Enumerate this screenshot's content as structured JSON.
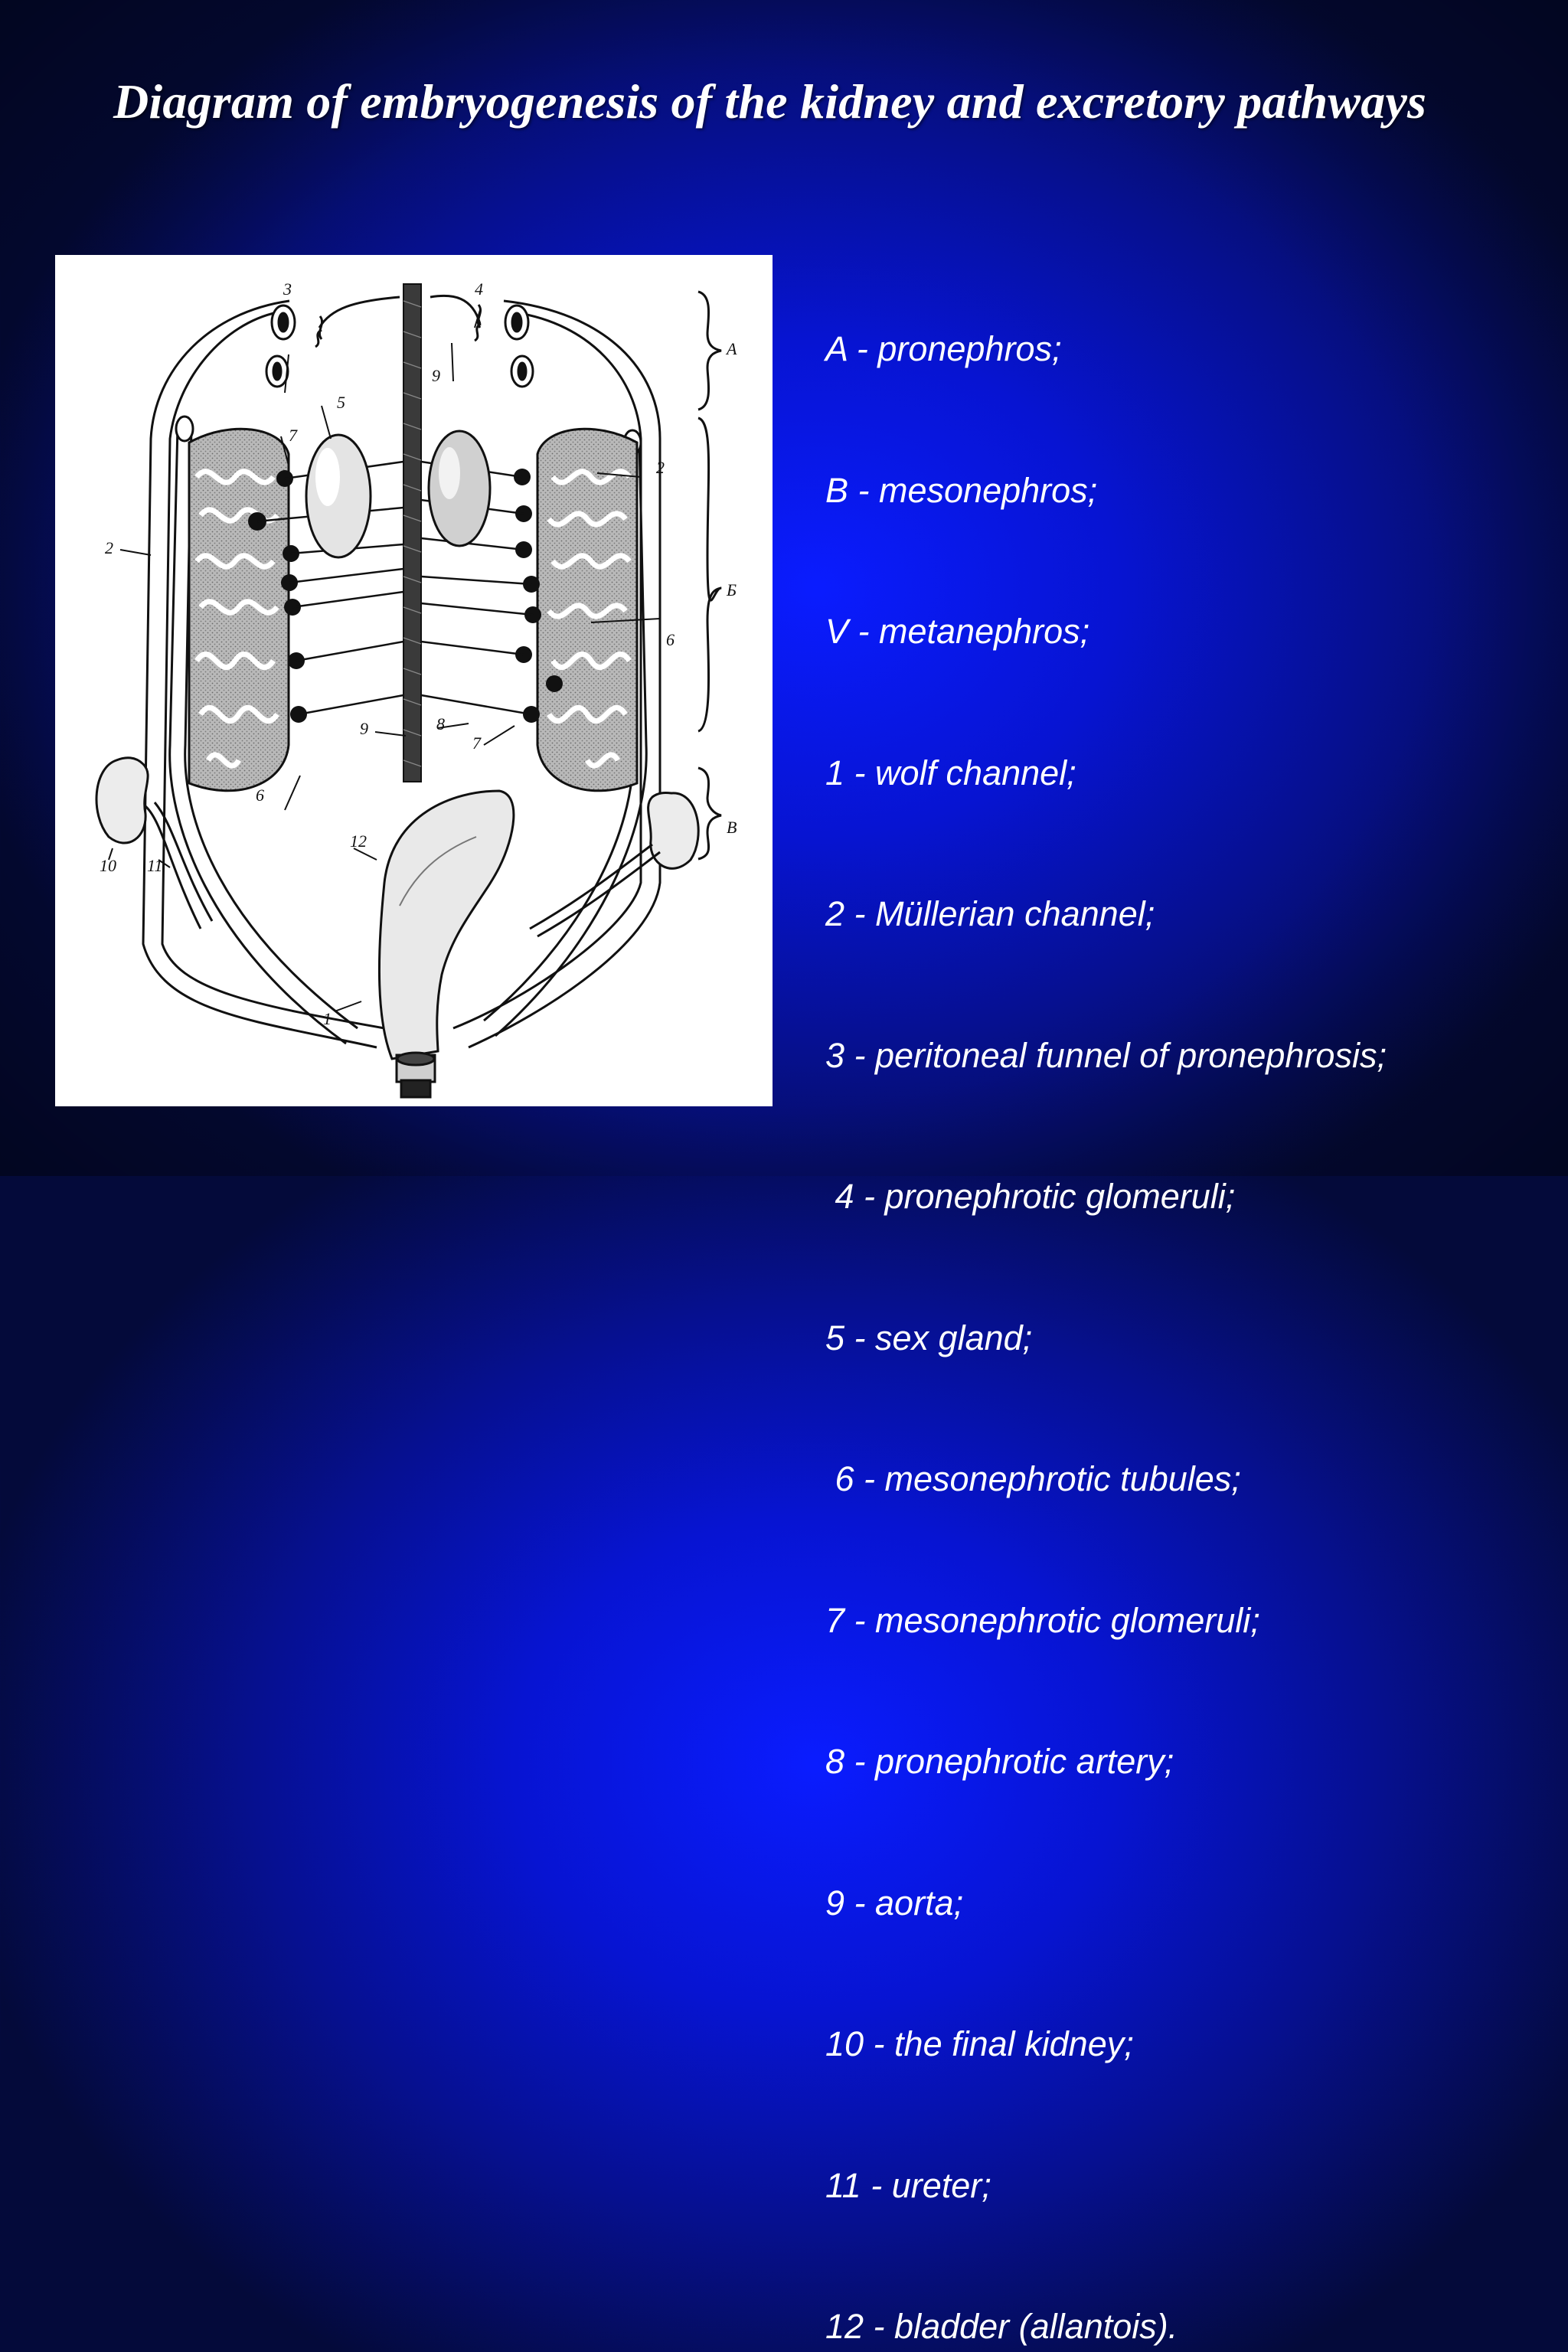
{
  "slide": {
    "title": "Diagram of embryogenesis of the kidney and excretory pathways"
  },
  "figure": {
    "labels": [
      "1",
      "2",
      "2",
      "3",
      "4",
      "5",
      "6",
      "6",
      "7",
      "7",
      "8",
      "9",
      "9",
      "10",
      "11",
      "12"
    ],
    "brackets": [
      "A",
      "Б",
      "В"
    ]
  },
  "legend": [
    "A - pronephros;",
    "B - mesonephros;",
    "V - metanephros;",
    "1 - wolf channel;",
    "2 - Müllerian channel;",
    "3 - peritoneal funnel of pronephrosis;",
    " 4 - pronephrotic glomeruli;",
    "5 - sex gland;",
    " 6 - mesonephrotic tubules;",
    "7 - mesonephrotic glomeruli;",
    "8 - pronephrotic artery;",
    "9 - aorta;",
    "10 - the final kidney;",
    "11 - ureter;",
    "12 - bladder (allantois)."
  ]
}
